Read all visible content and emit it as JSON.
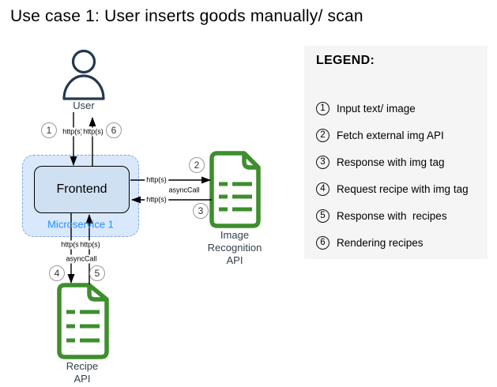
{
  "title": "Use case 1: User inserts goods manually/ scan",
  "colors": {
    "doc-green": "#3E8E2D",
    "user-navy": "#22394F",
    "node-text": "#32404E",
    "microservice-text": "#1E8FFF",
    "container-fill": "#DAE8FC",
    "container-border": "#7EA6E0",
    "frontend-fill": "#CFE0F3",
    "legend-bg": "#F5F5F5",
    "step-circle-border": "#999999"
  },
  "diagram": {
    "user": {
      "label": "User"
    },
    "frontend": {
      "label": "Frontend"
    },
    "microservice": {
      "label": "Microservice 1"
    },
    "image_api": {
      "lines": [
        "Image",
        "Recognition",
        "API"
      ]
    },
    "recipe_api": {
      "lines": [
        "Recipe",
        "API"
      ]
    },
    "steps": [
      "1",
      "2",
      "3",
      "4",
      "5",
      "6"
    ],
    "edge_labels": {
      "user_to_frontend": "http(s)",
      "frontend_to_user": "http(s)",
      "frontend_to_image": "http(s)",
      "image_async_call": "asyncCall",
      "image_to_frontend": "http(s)",
      "frontend_to_recipe": "http(s)",
      "recipe_to_frontend": "http(s)",
      "recipe_async_call": "asyncCall"
    }
  },
  "legend": {
    "title": "LEGEND:",
    "items": [
      {
        "num": "1",
        "text": "Input text/ image"
      },
      {
        "num": "2",
        "text": "Fetch external img API"
      },
      {
        "num": "3",
        "text": "Response with img tag"
      },
      {
        "num": "4",
        "text": "Request recipe with img tag"
      },
      {
        "num": "5",
        "text": "Response with  recipes"
      },
      {
        "num": "6",
        "text": "Rendering recipes"
      }
    ]
  }
}
